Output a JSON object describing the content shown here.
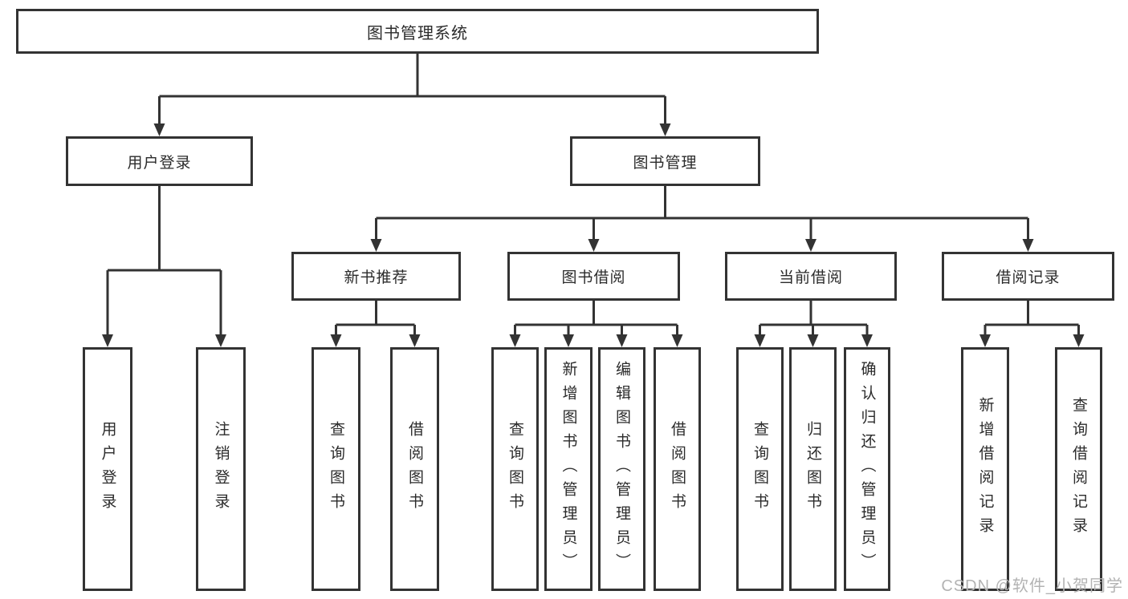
{
  "diagram_type": "function-tree",
  "colors": {
    "line": "#333333",
    "box_border": "#333333",
    "box_fill": "#ffffff",
    "text": "#2b2b2b",
    "watermark": "#b3b3b3",
    "background": "#ffffff"
  },
  "nodes": {
    "root": "图书管理系统",
    "l2_user_login": "用户登录",
    "l2_book_mgmt": "图书管理",
    "l3_new_book_rec": "新书推荐",
    "l3_book_borrow": "图书借阅",
    "l3_current_borrow": "当前借阅",
    "l3_borrow_record": "借阅记录",
    "leaf_user_login": "用户登录",
    "leaf_logout": "注销登录",
    "leaf_nbr_query_book": "查询图书",
    "leaf_nbr_borrow_book": "借阅图书",
    "leaf_bb_query_book": "查询图书",
    "leaf_bb_add_book": "新增图书（管理员）",
    "leaf_bb_edit_book": "编辑图书（管理员）",
    "leaf_bb_borrow_book": "借阅图书",
    "leaf_cb_query_book": "查询图书",
    "leaf_cb_return_book": "归还图书",
    "leaf_cb_confirm_return": "确认归还（管理员）",
    "leaf_br_add_record": "新增借阅记录",
    "leaf_br_query_record": "查询借阅记录"
  },
  "hierarchy": {
    "图书管理系统": {
      "用户登录": [
        "用户登录",
        "注销登录"
      ],
      "图书管理": {
        "新书推荐": [
          "查询图书",
          "借阅图书"
        ],
        "图书借阅": [
          "查询图书",
          "新增图书（管理员）",
          "编辑图书（管理员）",
          "借阅图书"
        ],
        "当前借阅": [
          "查询图书",
          "归还图书",
          "确认归还（管理员）"
        ],
        "借阅记录": [
          "新增借阅记录",
          "查询借阅记录"
        ]
      }
    }
  },
  "watermark": {
    "text": "CSDN @软件_小贺同学"
  }
}
